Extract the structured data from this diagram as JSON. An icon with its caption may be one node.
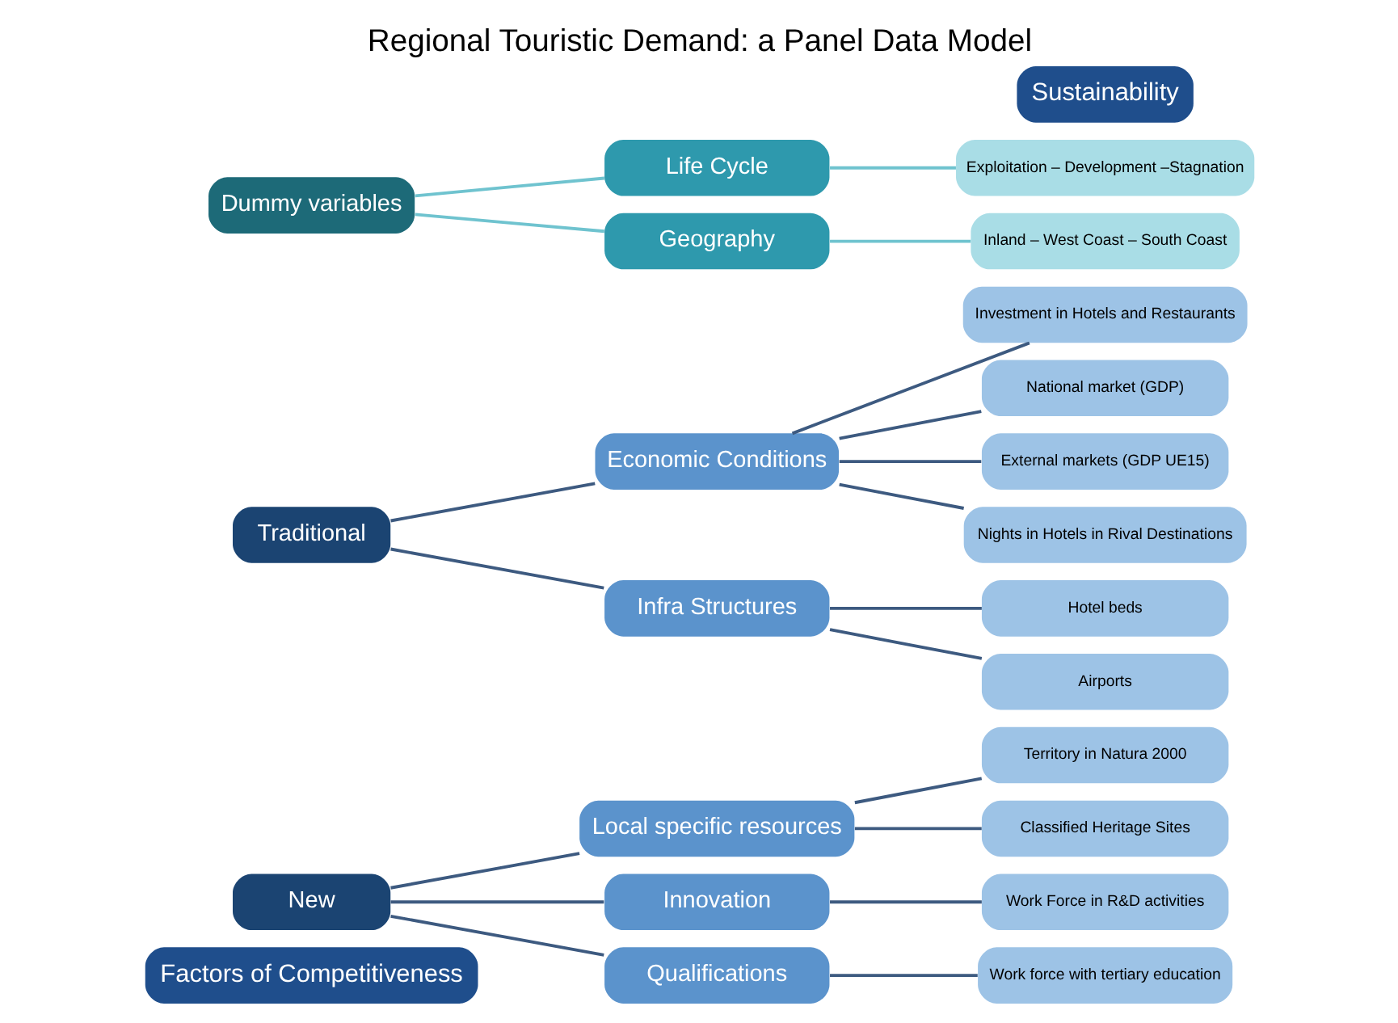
{
  "diagram": {
    "title": "Regional Touristic Demand: a Panel Data Model",
    "nodes": [
      {
        "text": [
          "Factors of Competitiveness"
        ]
      },
      {
        "text": [
          "New"
        ]
      },
      {
        "text": [
          "Local specific resources"
        ]
      },
      {
        "text": [
          "Innovation"
        ]
      },
      {
        "text": [
          "Qualifications"
        ]
      },
      {
        "text": [
          "Territory in Natura 2000"
        ]
      },
      {
        "text": [
          "Classified Heritage Sites"
        ]
      },
      {
        "text": [
          "Work Force in R&D activities"
        ]
      },
      {
        "text": [
          "Work force with tertiary education"
        ]
      },
      {
        "text": [
          "Traditional"
        ]
      },
      {
        "text": [
          "Economic Conditions"
        ]
      },
      {
        "text": [
          "Infra Structures"
        ]
      },
      {
        "text": [
          "Investment in Hotels and Restaurants"
        ]
      },
      {
        "text": [
          "National market (GDP)"
        ]
      },
      {
        "text": [
          "External markets (GDP UE15)"
        ]
      },
      {
        "text": [
          "Nights in Hotels in Rival Destinations"
        ]
      },
      {
        "text": [
          "Hotel beds"
        ]
      },
      {
        "text": [
          "Airports"
        ]
      },
      {
        "text": [
          "Dummy variables"
        ]
      },
      {
        "text": [
          "Life Cycle"
        ]
      },
      {
        "text": [
          "Geography"
        ]
      },
      {
        "text": [
          "Exploitation – Development –Stagnation"
        ]
      },
      {
        "text": [
          "Inland – West Coast – South Coast"
        ]
      },
      {
        "text": [
          "Sustainability"
        ]
      }
    ],
    "edges": [
      {
        "from": 1,
        "to": 2,
        "arrow": "none"
      },
      {
        "from": 1,
        "to": 3,
        "arrow": "none"
      },
      {
        "from": 1,
        "to": 4,
        "arrow": "none"
      },
      {
        "from": 2,
        "to": 5,
        "arrow": "none"
      },
      {
        "from": 2,
        "to": 6,
        "arrow": "none"
      },
      {
        "from": 3,
        "to": 7,
        "arrow": "none"
      },
      {
        "from": 4,
        "to": 8,
        "arrow": "none"
      },
      {
        "from": 9,
        "to": 10,
        "arrow": "none"
      },
      {
        "from": 9,
        "to": 11,
        "arrow": "none"
      },
      {
        "from": 10,
        "to": 12,
        "arrow": "none"
      },
      {
        "from": 10,
        "to": 13,
        "arrow": "none"
      },
      {
        "from": 10,
        "to": 14,
        "arrow": "none"
      },
      {
        "from": 10,
        "to": 15,
        "arrow": "none"
      },
      {
        "from": 11,
        "to": 16,
        "arrow": "none"
      },
      {
        "from": 11,
        "to": 17,
        "arrow": "none"
      },
      {
        "from": 18,
        "to": 19,
        "arrow": "none",
        "color": "#6fc3cf"
      },
      {
        "from": 18,
        "to": 20,
        "arrow": "none",
        "color": "#6fc3cf"
      },
      {
        "from": 19,
        "to": 21,
        "arrow": "none",
        "color": "#6fc3cf"
      },
      {
        "from": 20,
        "to": 22,
        "arrow": "none",
        "color": "#6fc3cf"
      }
    ]
  }
}
